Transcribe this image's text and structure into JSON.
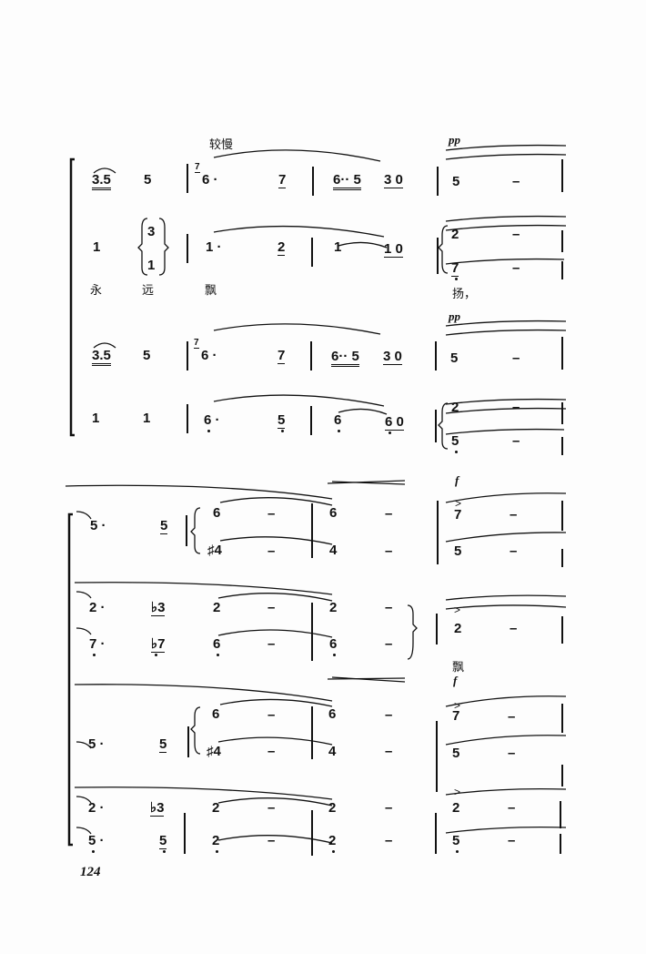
{
  "system1": {
    "tempo": "较慢",
    "dynamics": [
      "pp",
      "pp"
    ],
    "lyrics": [
      "永",
      "远",
      "飘",
      "扬，"
    ],
    "row1": [
      "3.5",
      "5",
      "7",
      "6 ·",
      "7",
      "6·· 5",
      "3 0",
      "5",
      "–"
    ],
    "row2": [
      "1",
      "3",
      "1",
      "1 ·",
      "2",
      "1",
      "1 0",
      "2",
      "–",
      "7",
      "–"
    ],
    "row3": [
      "3.5",
      "5",
      "7",
      "6 ·",
      "7",
      "6·· 5",
      "3 0",
      "5",
      "–"
    ],
    "row4": [
      "1",
      "1",
      "6 ·",
      "5",
      "6",
      "6 0",
      "2",
      "–",
      "5",
      "–"
    ]
  },
  "system2": {
    "dynamics": [
      "f",
      "f"
    ],
    "lyric": "飘",
    "accent": ">",
    "rowA": [
      "5 ·",
      "5",
      "6",
      "–",
      "6",
      "–",
      "7",
      "–",
      "♯4",
      "–",
      "4",
      "–",
      "5",
      "–"
    ],
    "rowB": [
      "2 ·",
      "♭3",
      "2",
      "–",
      "2",
      "–",
      "2",
      "–"
    ],
    "rowC": [
      "7 ·",
      "♭7",
      "6",
      "–",
      "6",
      "–"
    ],
    "rowD": [
      "5 ·",
      "5",
      "6",
      "–",
      "6",
      "–",
      "7",
      "–",
      "♯4",
      "–",
      "4",
      "–",
      "5",
      "–"
    ],
    "rowE": [
      "2 ·",
      "♭3",
      "2",
      "–",
      "2",
      "–",
      "2",
      "–"
    ],
    "rowF": [
      "5 ·",
      "5",
      "2",
      "–",
      "2",
      "–",
      "5",
      "–"
    ]
  },
  "page_number": "124"
}
